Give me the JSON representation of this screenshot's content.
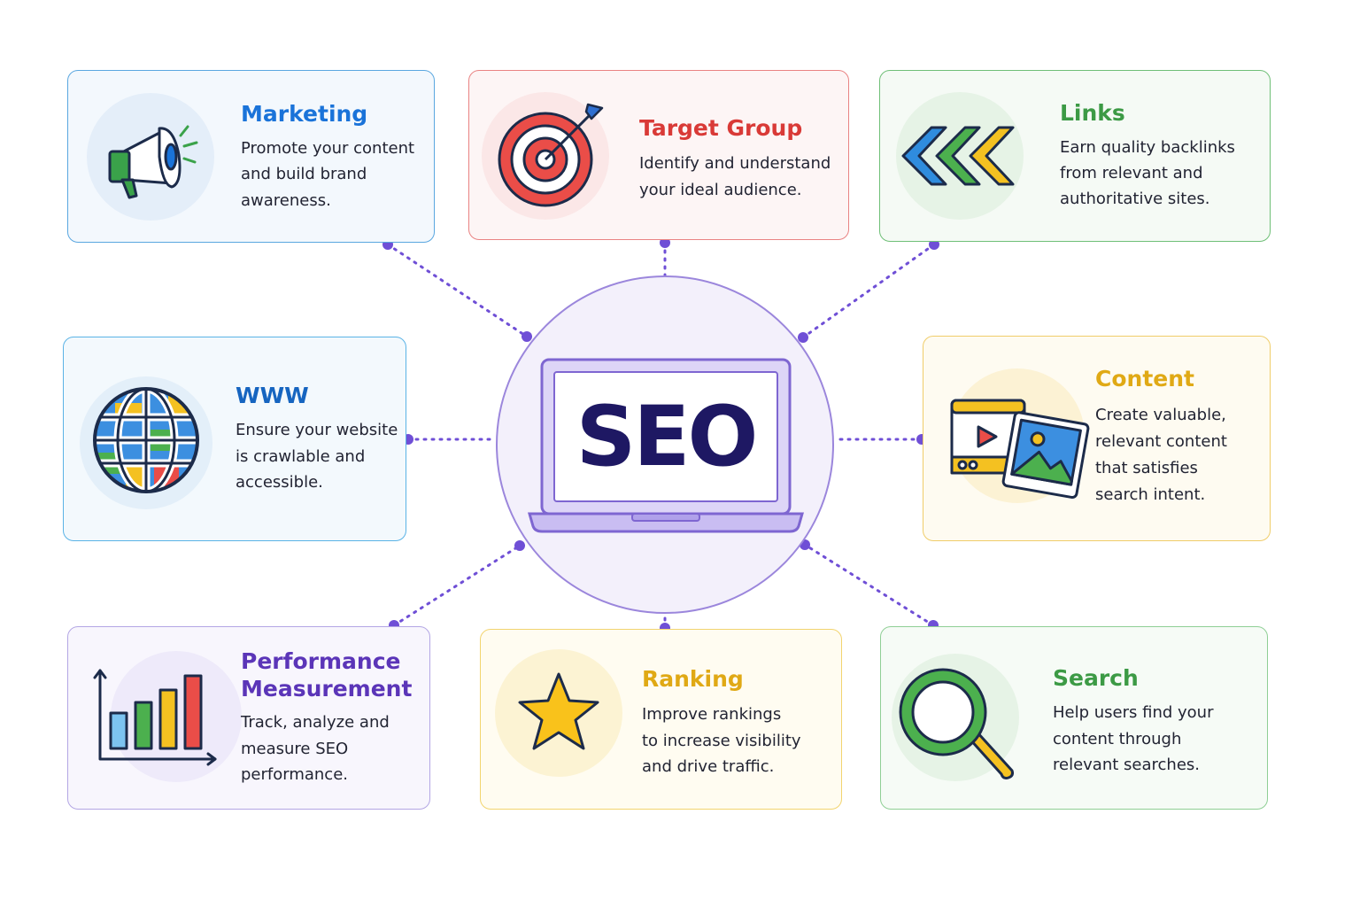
{
  "center": {
    "label": "SEO"
  },
  "colors": {
    "connector": "#6f4fd6",
    "marketing": "#1a73d9",
    "target": "#d93a37",
    "links": "#3c9a45",
    "www": "#1665c0",
    "content": "#e0a915",
    "performance": "#5b35b8",
    "ranking": "#e0a915",
    "search": "#3c9a45",
    "seo_text": "#1e1863"
  },
  "cards": {
    "marketing": {
      "icon": "megaphone-icon",
      "title": "Marketing",
      "lines": [
        "Promote your content",
        "and build brand",
        "awareness."
      ]
    },
    "target": {
      "icon": "target-icon",
      "title": "Target Group",
      "lines": [
        "Identify and understand",
        "your ideal audience."
      ]
    },
    "links": {
      "icon": "chevrons-left-icon",
      "title": "Links",
      "lines": [
        "Earn quality backlinks",
        "from relevant and",
        "authoritative sites."
      ]
    },
    "www": {
      "icon": "globe-icon",
      "title": "WWW",
      "lines": [
        "Ensure your website",
        "is crawlable and",
        "accessible."
      ]
    },
    "content": {
      "icon": "media-content-icon",
      "title": "Content",
      "lines": [
        "Create valuable,",
        "relevant content",
        "that satisfies",
        "search intent."
      ]
    },
    "performance": {
      "icon": "bar-chart-icon",
      "title_lines": [
        "Performance",
        "Measurement"
      ],
      "lines": [
        "Track, analyze and",
        "measure SEO",
        "performance."
      ]
    },
    "ranking": {
      "icon": "star-icon",
      "title": "Ranking",
      "lines": [
        "Improve rankings",
        "to increase visibility",
        "and drive traffic."
      ]
    },
    "search": {
      "icon": "magnifier-icon",
      "title": "Search",
      "lines": [
        "Help users find your",
        "content through",
        "relevant searches."
      ]
    }
  }
}
